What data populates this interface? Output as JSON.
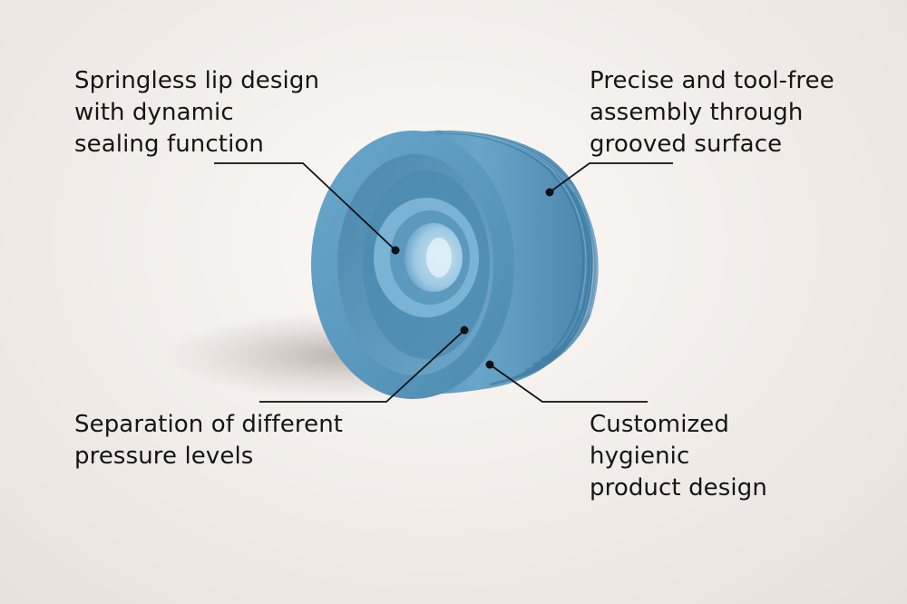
{
  "colors": {
    "seal_main": "#5e9bbf",
    "seal_dark": "#3f7ba0",
    "seal_light": "#8fc0dc",
    "text": "#151515",
    "background": "#f3efec"
  },
  "callouts": {
    "lip_design": {
      "lines": [
        "Springless lip design",
        "with dynamic",
        "sealing function"
      ]
    },
    "grooved_surface": {
      "lines": [
        "Precise and tool-free",
        "assembly through",
        "grooved surface"
      ]
    },
    "pressure_separation": {
      "lines": [
        "Separation of different",
        "pressure levels"
      ]
    },
    "hygienic_design": {
      "lines": [
        "Customized",
        "hygienic",
        "product design"
      ]
    }
  }
}
